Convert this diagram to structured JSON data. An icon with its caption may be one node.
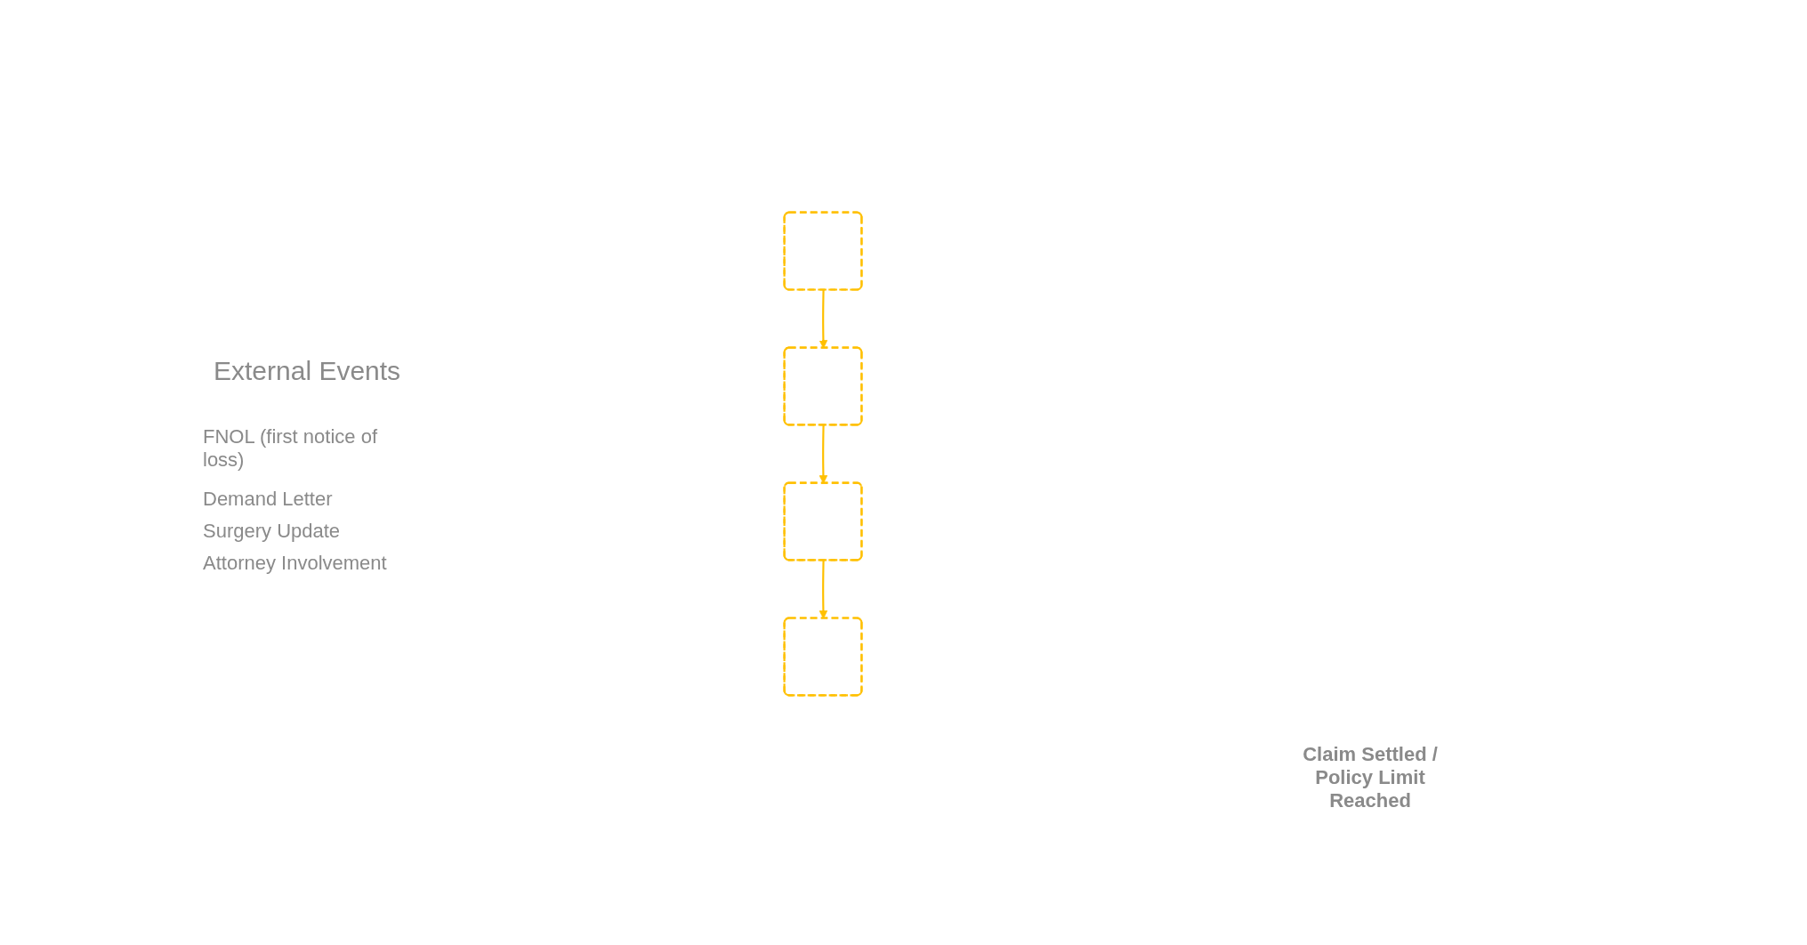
{
  "diagram": {
    "nodes": [
      {
        "text": [],
        "shape": "box"
      },
      {
        "text": [],
        "shape": "box"
      },
      {
        "text": [],
        "shape": "box"
      },
      {
        "text": [],
        "shape": "box"
      }
    ],
    "edges": [
      {
        "from": 0,
        "to": 1,
        "arrow": "to"
      },
      {
        "from": 1,
        "to": 2,
        "arrow": "to"
      },
      {
        "from": 2,
        "to": 3,
        "arrow": "to"
      }
    ],
    "labels": [
      "External Events",
      "FNOL (first notice of loss)",
      "Demand Letter",
      "Surgery Update",
      "Attorney Involvement",
      "Claim Settled / Policy Limit Reached"
    ]
  }
}
